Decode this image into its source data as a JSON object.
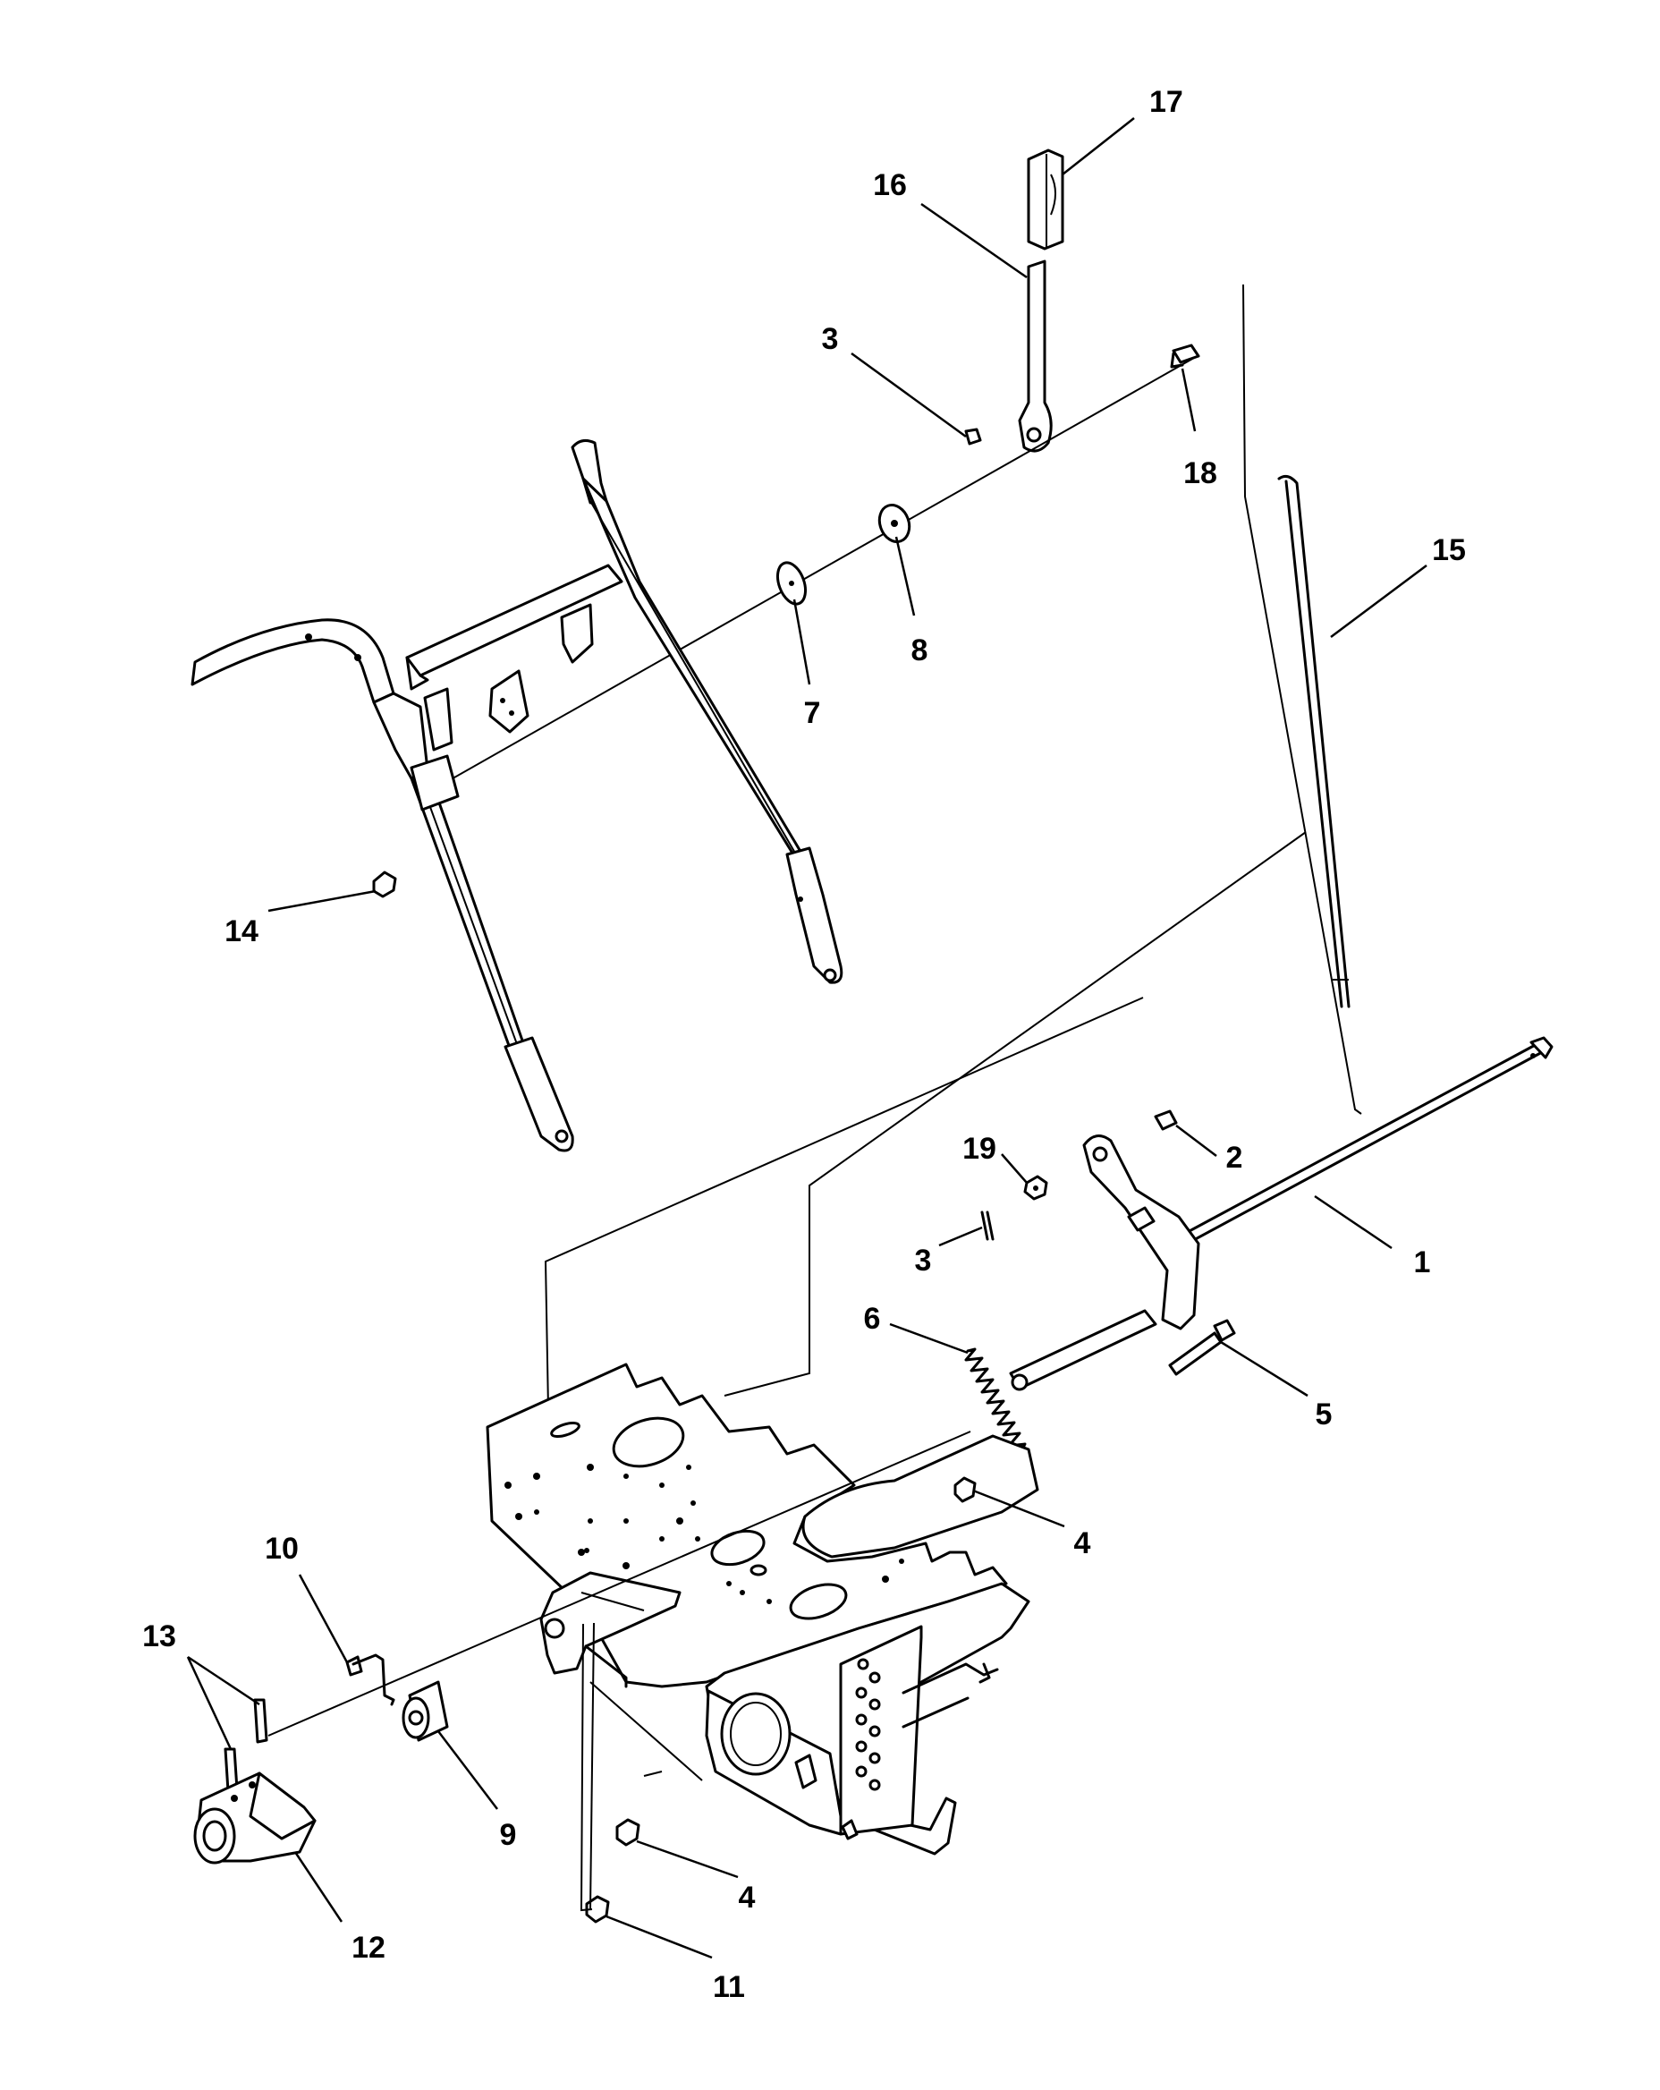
{
  "diagram": {
    "callouts": [
      "17",
      "16",
      "3",
      "18",
      "15",
      "8",
      "7",
      "14",
      "19",
      "2",
      "3",
      "1",
      "6",
      "5",
      "4",
      "10",
      "13",
      "9",
      "4",
      "12",
      "11"
    ]
  }
}
